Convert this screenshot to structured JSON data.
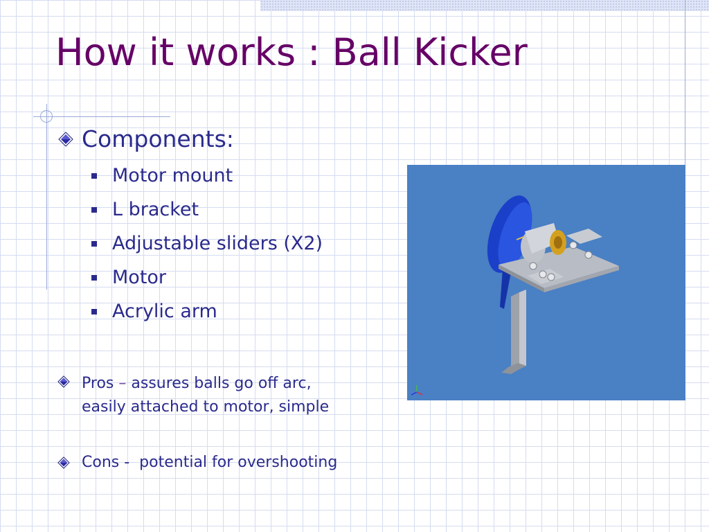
{
  "slide": {
    "title": "How it works : Ball Kicker",
    "components_heading": "Components:",
    "components": [
      "Motor mount",
      "L bracket",
      "Adjustable sliders (X2)",
      "Motor",
      "Acrylic arm"
    ],
    "pros": {
      "label": "Pros",
      "dash": "–",
      "line1": "assures balls go off arc,",
      "line2": "easily attached to motor, simple"
    },
    "cons": {
      "label": "Cons -",
      "text": "potential for overshooting"
    }
  },
  "colors": {
    "title": "#660066",
    "body_text": "#2a2a8c",
    "grid_line": "#d5dcf0",
    "image_background": "#4a80c4",
    "arm_blue": "#1a3fc8",
    "metal_gray": "#b8bcc4",
    "motor_gold": "#d4a020"
  },
  "image": {
    "icon": "cad-render-ball-kicker"
  }
}
